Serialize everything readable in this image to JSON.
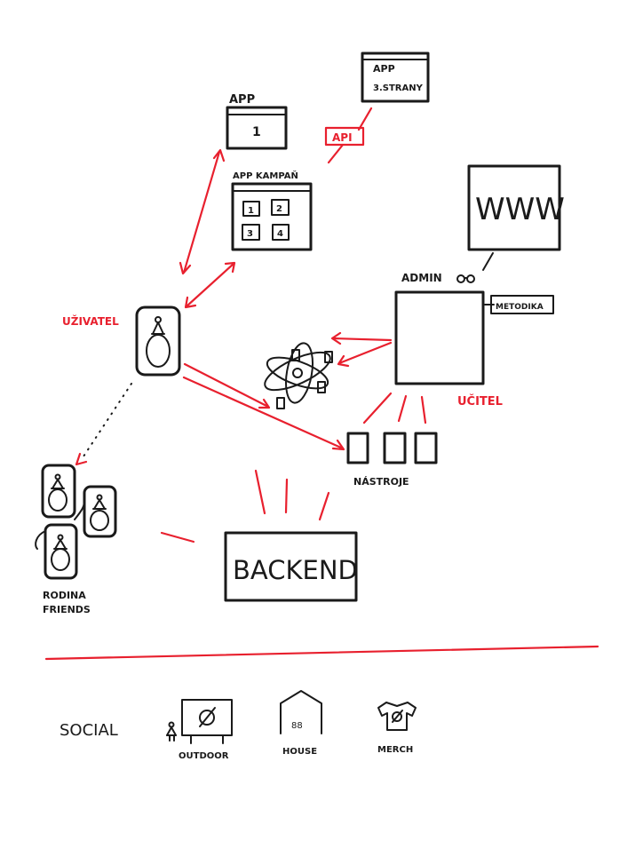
{
  "colors": {
    "ink": "#1a1a1a",
    "accent": "#e8202e",
    "paper": "#ffffff"
  },
  "nodes": {
    "app": {
      "title": "APP",
      "screen": "1"
    },
    "third_party_app": {
      "line1": "APP",
      "line2": "3.STRANY"
    },
    "api": {
      "label": "API"
    },
    "app_campaign": {
      "title": "APP KAMPAŇ",
      "tiles": [
        "1",
        "2",
        "3",
        "4"
      ]
    },
    "www": {
      "label": "WWW"
    },
    "admin": {
      "label": "ADMIN"
    },
    "metodika": {
      "label": "METODIKA"
    },
    "user": {
      "label": "UŽIVATEL"
    },
    "teacher": {
      "label": "UČITEL"
    },
    "tools": {
      "label": "NÁSTROJE"
    },
    "family": {
      "line1": "RODINA",
      "line2": "FRIENDS"
    },
    "backend": {
      "label": "BACKEND"
    }
  },
  "social": {
    "label": "SOCIAL",
    "items": [
      "OUTDOOR",
      "HOUSE",
      "MERCH"
    ]
  },
  "icons": [
    "glasses-icon",
    "atom-icon",
    "person-icon",
    "billboard-icon",
    "house-icon",
    "tshirt-icon"
  ]
}
